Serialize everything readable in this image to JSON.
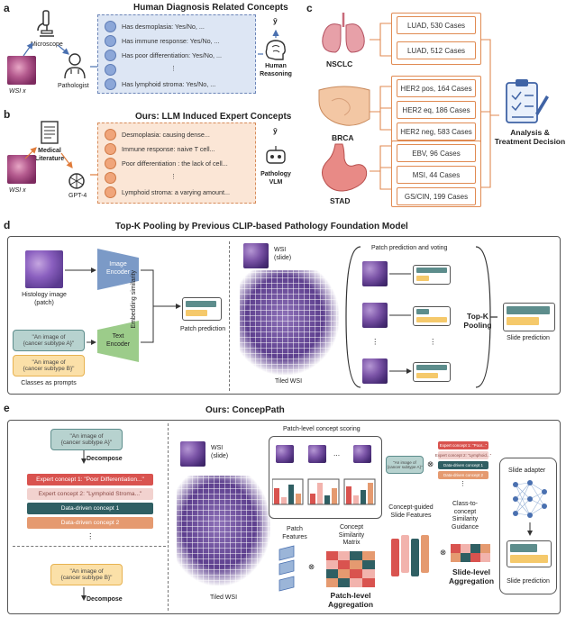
{
  "panel_letters": {
    "a": "a",
    "b": "b",
    "c": "c",
    "d": "d",
    "e": "e"
  },
  "panel_a": {
    "title": "Human Diagnosis Related Concepts",
    "microscope_label": "Microscope",
    "pathologist_label": "Pathologist",
    "wsi_label": "WSI x",
    "concepts": [
      "Has desmoplasia: Yes/No, ...",
      "Has immune response: Yes/No, ...",
      "Has poor differentiation: Yes/No, ...",
      "⋮",
      "Has lymphoid stroma: Yes/No, ..."
    ],
    "y_hat": "ŷ",
    "human_reasoning": "Human\nReasoning"
  },
  "panel_b": {
    "title": "Ours: LLM Induced Expert Concepts",
    "medical_label": "Medical\nLiterature",
    "gpt_label": "GPT-4",
    "wsi_label": "WSI x",
    "concepts": [
      "Desmoplasia: causing dense...",
      "Immune response: naive T cell...",
      "Poor differentiation : the lack of cell...",
      "⋮",
      "Lymphoid stroma: a varying amount..."
    ],
    "y_hat": "ŷ",
    "vlm_label": "Pathology\nVLM"
  },
  "panel_c": {
    "groups": [
      {
        "name": "NSCLC",
        "cases": [
          "LUAD, 530 Cases",
          "LUAD, 512 Cases"
        ]
      },
      {
        "name": "BRCA",
        "cases": [
          "HER2 pos, 164 Cases",
          "HER2 eq, 186 Cases",
          "HER2 neg, 583 Cases"
        ]
      },
      {
        "name": "STAD",
        "cases": [
          "EBV, 96 Cases",
          "MSI, 44 Cases",
          "GS/CIN, 199 Cases"
        ]
      }
    ],
    "analysis_label": "Analysis &\nTreatment Decision"
  },
  "panel_d": {
    "title": "Top-K Pooling by Previous CLIP-based Pathology Foundation Model",
    "histology_label": "Histology image\n(patch)",
    "image_encoder": "Image\nEncoder",
    "text_encoder": "Text\nEncoder",
    "embedding_similarity": "Embedding similarity",
    "prompt_a": "\"An image of\n{cancer subtype A}\"",
    "prompt_b": "\"An image of\n{cancer subtype B}\"",
    "classes_label": "Classes as prompts",
    "patch_prediction": "Patch prediction",
    "wsi_slide": "WSI\n(slide)",
    "tiled_wsi": "Tiled WSI",
    "voting_label": "Patch prediction and voting",
    "topk_label": "Top-K\nPooling",
    "slide_prediction": "Slide prediction",
    "dots": "⋮"
  },
  "panel_e": {
    "title": "Ours: ConcepPath",
    "prompt_a": "\"An image of\n{cancer subtype A}\"",
    "prompt_b": "\"An image of\n{cancer subtype B}\"",
    "decompose": "Decompose",
    "concepts": [
      "Expert concept 1: \"Poor Differentiation...\"",
      "Expert concept 2: \"Lymphoid Stroma...\"",
      "Data-driven concept 1",
      "Data-driven concept 2"
    ],
    "dots": "⋮",
    "wsi_slide": "WSI\n(slide)",
    "tiled_wsi": "Tiled WSI",
    "patch_scoring": "Patch-level concept scoring",
    "patch_features": "Patch\nFeatures",
    "concept_similarity": "Concept\nSimilarity\nMatrix",
    "patch_aggregation": "Patch-level\nAggregation",
    "concept_guided": "Concept-guided\nSlide Features",
    "class_to_concept": "Class-to-\nconcept\nSimilarity\nGuidance",
    "slide_aggregation": "Slide-level\nAggregation",
    "slide_adapter": "Slide adapter",
    "slide_prediction": "Slide prediction",
    "small_prompt": "\"An image of\n{cancer subtype A}\"",
    "mini_concepts": [
      "Expert concept 1: \"Poor...\"",
      "Expert concept 2: \"Lymphoid...\"",
      "Data-driven concept 1",
      "Data-driven concept 2"
    ],
    "times": "⊗"
  },
  "colors": {
    "blue_panel": "#dde6f4",
    "orange_panel": "#fbe6d6",
    "teal": "#5d8d8c",
    "yellow": "#f5c96b",
    "red": "#d9534f",
    "pink": "#f2b3ad",
    "orange_concept": "#e59a70",
    "dark_teal": "#2f5f63"
  }
}
